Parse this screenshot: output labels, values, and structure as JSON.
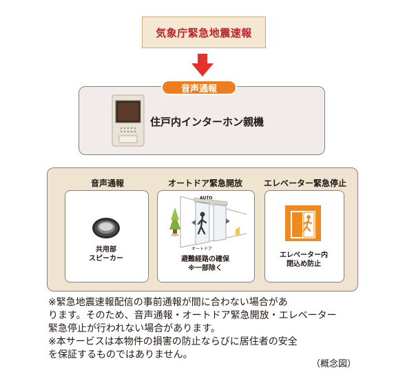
{
  "alert": {
    "title": "気象庁緊急地震速報"
  },
  "intercom": {
    "badge": "音声通報",
    "label": "住戸内インターホン親機"
  },
  "services": [
    {
      "title": "音声通報",
      "text_line1": "共用部",
      "text_line2": "スピーカー"
    },
    {
      "title": "オートドア緊急開放",
      "door_tag": "AUTO",
      "door_caption": "オートドア",
      "text_line1": "避難経路の確保",
      "text_line2": "※一部除く"
    },
    {
      "title": "エレベーター緊急停止",
      "text_line1": "エレベーター内",
      "text_line2": "閉込め防止"
    }
  ],
  "notes": {
    "line1": "※緊急地震速報配信の事前通報が間に合わない場合があ",
    "line2": "ります。そのため、音声通報・オートドア緊急開放・エレベーター",
    "line3": "緊急停止が行われない場合があります。",
    "line4": "※本サービスは本物件の損害の防止ならびに居住者の安全",
    "line5": "を保証するものではありません。",
    "caption": "（概念図）"
  },
  "colors": {
    "alert_text": "#b8262b",
    "arrow": "#e3312d",
    "badge": "#ee7d1f",
    "elevator_icon": "#ef8a1f",
    "services_bg": "#efe4d0",
    "intercom_bg": "#f1ecea"
  }
}
